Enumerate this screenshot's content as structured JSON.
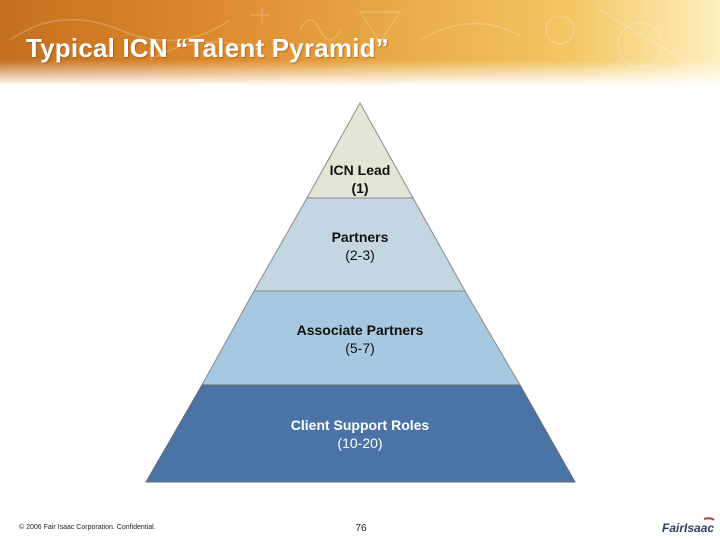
{
  "slide": {
    "title": "Typical ICN “Talent Pyramid”"
  },
  "pyramid": {
    "tiers": [
      {
        "name": "ICN Lead",
        "count": "(1)",
        "color": "#e4e5d6"
      },
      {
        "name": "Partners",
        "count": "(2-3)",
        "color": "#c4d6e1"
      },
      {
        "name": "Associate Partners",
        "count": "(5-7)",
        "color": "#a7c8e1"
      },
      {
        "name": "Client Support Roles",
        "count": "(10-20)",
        "color": "#4a74a6"
      }
    ]
  },
  "footer": {
    "copyright": "© 2006 Fair Isaac Corporation. Confidential.",
    "page_number": "76",
    "logo_text": "FairIsaac"
  },
  "colors": {
    "banner_orange": "#dd8a2e",
    "pyramid_outline": "#555555"
  }
}
